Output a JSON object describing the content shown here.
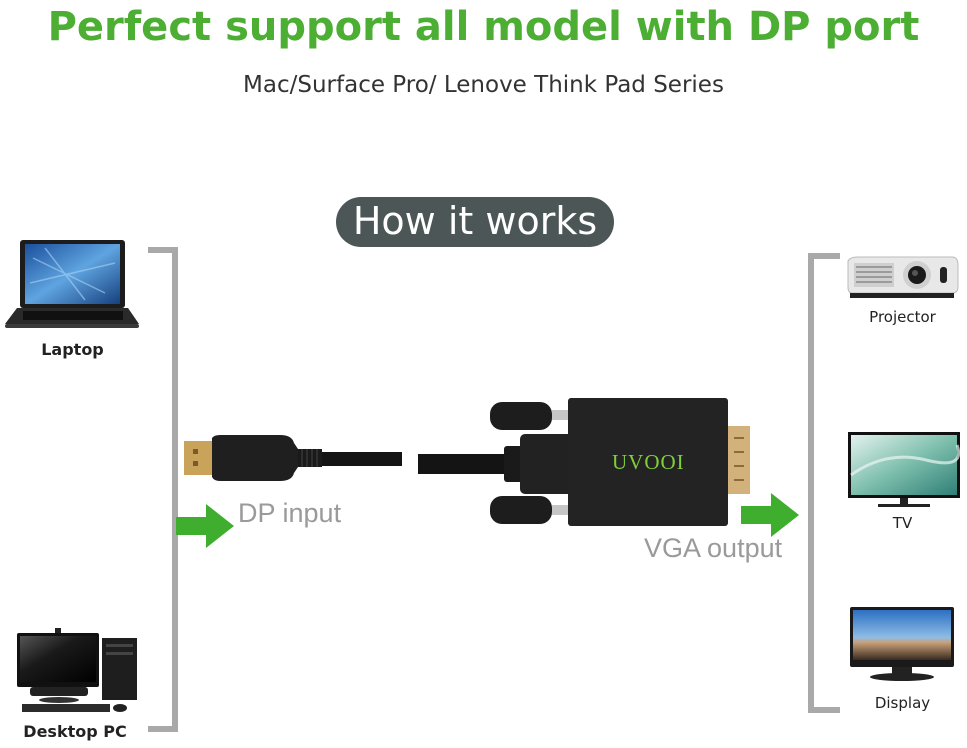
{
  "header": {
    "title": "Perfect support all model with DP port",
    "subtitle": "Mac/Surface Pro/ Lenove Think Pad Series"
  },
  "badge": {
    "label": "How it works"
  },
  "inputs": [
    {
      "label": "Laptop",
      "icon": "laptop-icon"
    },
    {
      "label": "Desktop PC",
      "icon": "desktop-pc-icon"
    }
  ],
  "adapter": {
    "brand": "UVOOI",
    "input_label": "DP input",
    "output_label": "VGA output"
  },
  "outputs": [
    {
      "label": "Projector",
      "icon": "projector-icon"
    },
    {
      "label": "TV",
      "icon": "tv-icon"
    },
    {
      "label": "Display",
      "icon": "display-icon"
    }
  ],
  "colors": {
    "accent_green": "#4cae32",
    "badge_bg": "#4c5656",
    "bracket_gray": "#a9a9a9",
    "label_gray": "#9a9a9a"
  }
}
